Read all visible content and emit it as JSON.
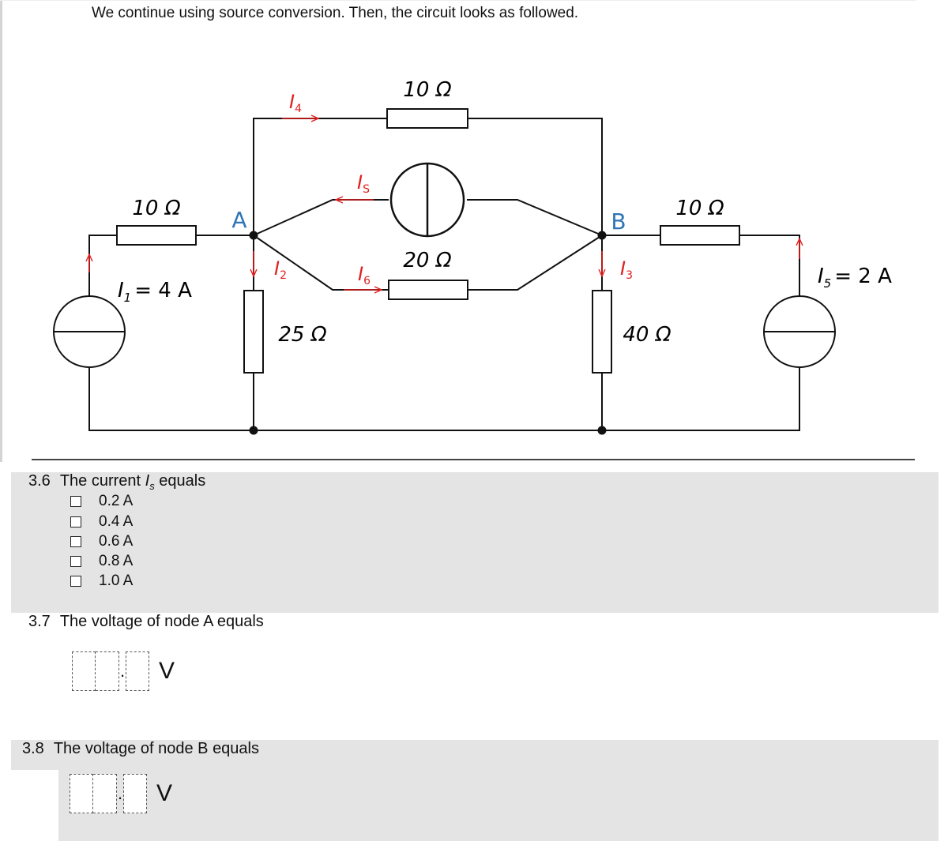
{
  "intro": "We continue using source conversion. Then, the circuit looks as followed.",
  "circuit": {
    "node_a": "A",
    "node_b": "B",
    "r_top": "10 Ω",
    "r_left": "10 Ω",
    "r_right": "10 Ω",
    "r_mid": "20 Ω",
    "r_a": "25 Ω",
    "r_b": "40 Ω",
    "i1": "= 4 A",
    "i5": "= 2 A",
    "i1_label": "I",
    "i1_sub": "1",
    "i2_label": "I",
    "i2_sub": "2",
    "i3_label": "I",
    "i3_sub": "3",
    "i4_label": "I",
    "i4_sub": "4",
    "i5_label": "I",
    "i5_sub": "5",
    "i6_label": "I",
    "i6_sub": "6",
    "is_label": "I",
    "is_sub": "S",
    "accent": "#e02020",
    "node_label_color": "#2e75b6"
  },
  "q36": {
    "number": "3.6",
    "text_before": "The current ",
    "var": "I",
    "var_sub": "s",
    "text_after": " equals",
    "options": [
      "0.2 A",
      "0.4 A",
      "0.6 A",
      "0.8 A",
      "1.0 A"
    ]
  },
  "q37": {
    "number": "3.7",
    "text": "The voltage of node A equals",
    "unit": "V"
  },
  "q38": {
    "number": "3.8",
    "text": "The voltage of node B equals",
    "unit": "V"
  }
}
